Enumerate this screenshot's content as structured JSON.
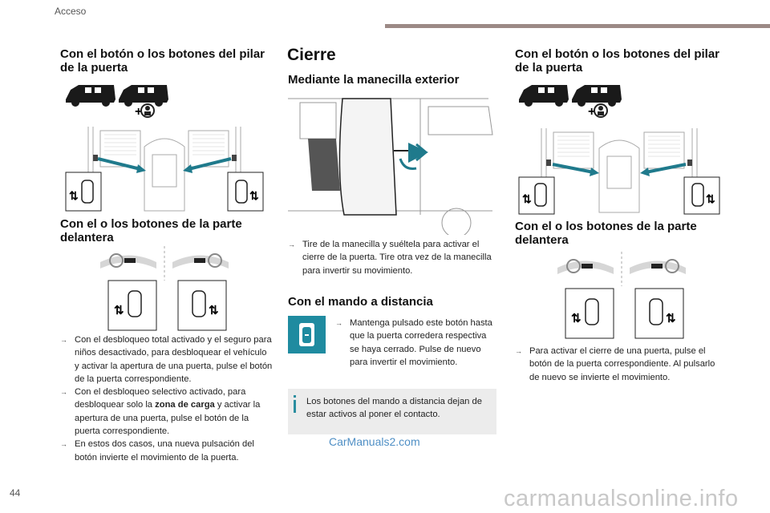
{
  "header": {
    "section": "Acceso"
  },
  "col1": {
    "heading_pillar": "Con el botón o los botones del pilar de la puerta",
    "heading_front": "Con el o los botones de la parte delantera",
    "bullets": [
      {
        "text": "Con el desbloqueo total activado y el seguro para niños desactivado, para desbloquear el vehículo y activar la apertura de una puerta, pulse el botón de la puerta correspondiente."
      },
      {
        "pre": "Con el desbloqueo selectivo activado, para desbloquear solo la ",
        "bold": "zona de carga",
        "post": " y activar la apertura de una puerta, pulse el botón de la puerta correspondiente."
      },
      {
        "text": "En estos dos casos, una nueva pulsación del botón invierte el movimiento de la puerta."
      }
    ]
  },
  "col2": {
    "title": "Cierre",
    "heading_handle": "Mediante la manecilla exterior",
    "handle_bullet": "Tire de la manecilla y suéltela para activar el cierre de la puerta. Tire otra vez de la manecilla para invertir su movimiento.",
    "heading_remote": "Con el mando a distancia",
    "remote_bullet": "Mantenga pulsado este botón hasta que la puerta corredera respectiva se haya cerrado. Pulse de nuevo para invertir el movimiento.",
    "info": "Los botones del mando a distancia dejan de estar activos al poner el contacto."
  },
  "col3": {
    "heading_pillar": "Con el botón o los botones del pilar de la puerta",
    "heading_front": "Con el o los botones de la parte delantera",
    "bullet": "Para activar el cierre de una puerta, pulse el botón de la puerta correspondiente. Al pulsarlo de nuevo se invierte el movimiento."
  },
  "watermark": "CarManuals2.com",
  "footer_watermark": "carmanualsonline.info",
  "page_number": "44",
  "colors": {
    "accent": "#1f8ba0",
    "header_bar": "#9c8a86",
    "info_bg": "#ececec"
  }
}
